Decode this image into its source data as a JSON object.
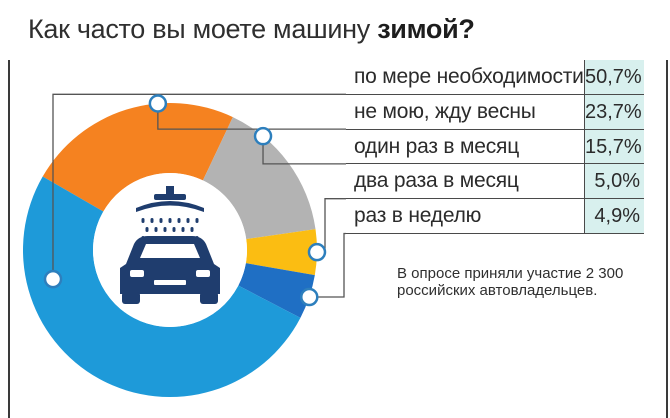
{
  "title": {
    "prefix": "Как часто вы моете машину ",
    "emphasis": "зимой?"
  },
  "chart_data": {
    "type": "pie",
    "categories": [
      "по мере необходимости",
      "не мою, жду весны",
      "один раз в месяц",
      "два раза в месяц",
      "раз в неделю"
    ],
    "values": [
      50.7,
      23.7,
      15.7,
      5.0,
      4.9
    ],
    "value_labels": [
      "50,7%",
      "23,7%",
      "15,7%",
      "5,0%",
      "4,9%"
    ],
    "colors": [
      "#1e9ad9",
      "#f58220",
      "#b3b3b3",
      "#fbbd12",
      "#1f6fc4"
    ]
  },
  "center_icon": "car-wash-icon",
  "note": "В опросе приняли участие 2 300 российских автовладельцев."
}
